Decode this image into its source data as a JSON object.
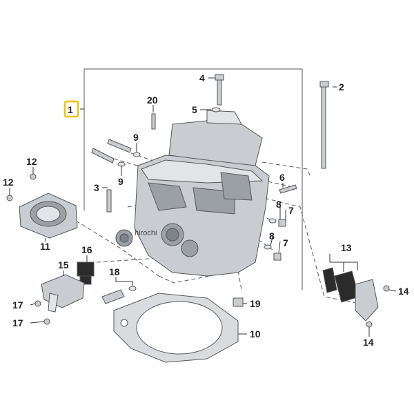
{
  "diagram": {
    "highlighted_label": "1",
    "highlight_color": "#f2c200",
    "watermark": "hirochi",
    "callouts": [
      "1",
      "2",
      "4",
      "5",
      "20",
      "9",
      "9",
      "3",
      "6",
      "8",
      "7",
      "8",
      "7",
      "12",
      "12",
      "11",
      "16",
      "15",
      "18",
      "17",
      "17",
      "19",
      "10",
      "13",
      "14",
      "14"
    ]
  }
}
